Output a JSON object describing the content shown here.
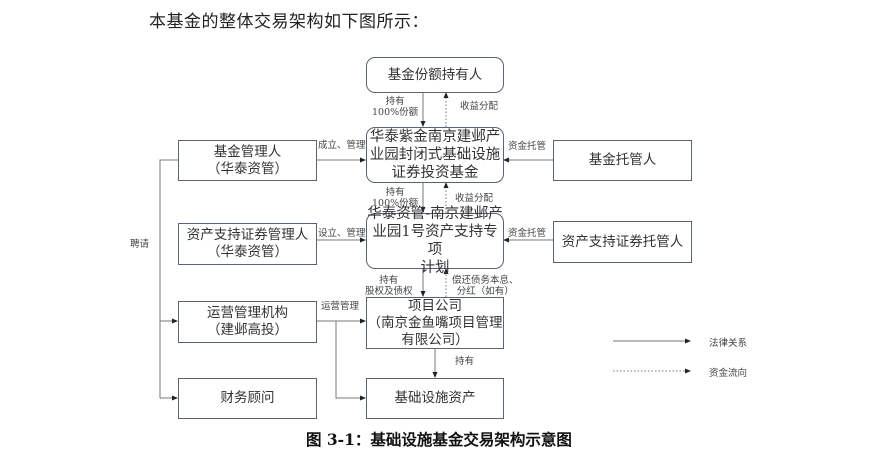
{
  "intro_text": "本基金的整体交易架构如下图所示：",
  "caption": "图 3-1：基础设施基金交易架构示意图",
  "nodes": {
    "holders": "基金份额持有人",
    "fund": [
      "华泰紫金南京建邺产",
      "业园封闭式基础设施",
      "证券投资基金"
    ],
    "fund_manager": [
      "基金管理人",
      "（华泰资管）"
    ],
    "fund_custodian": "基金托管人",
    "abs_plan": [
      "华泰资管-南京建邺产",
      "业园1号资产支持专项",
      "计划"
    ],
    "abs_manager": [
      "资产支持证券管理人",
      "（华泰资管）"
    ],
    "abs_custodian": "资产支持证券托管人",
    "operator": [
      "运营管理机构",
      "（建邺高投）"
    ],
    "project_company": [
      "项目公司",
      "（南京金鱼嘴项目管理",
      "有限公司）"
    ],
    "financial_advisor": "财务顾问",
    "infra_assets": "基础设施资产"
  },
  "edge_labels": {
    "hold_100_a": [
      "持有",
      "100%份额"
    ],
    "income_dist_a": "收益分配",
    "establish_manage": "成立、管理",
    "fund_custody_a": "资金托管",
    "hold_100_b": [
      "持有",
      "100%份额"
    ],
    "income_dist_b": "收益分配",
    "setup_manage": "设立、管理",
    "fund_custody_b": "资金托管",
    "hold_equity_debt": [
      "持有",
      "股权及债权"
    ],
    "repay": [
      "偿还债务本息、",
      "分红（如有）"
    ],
    "operation_manage": "运营管理",
    "hold": "持有",
    "hire": "聘请"
  },
  "legend": {
    "solid": "法律关系",
    "dotted": "资金流向"
  }
}
